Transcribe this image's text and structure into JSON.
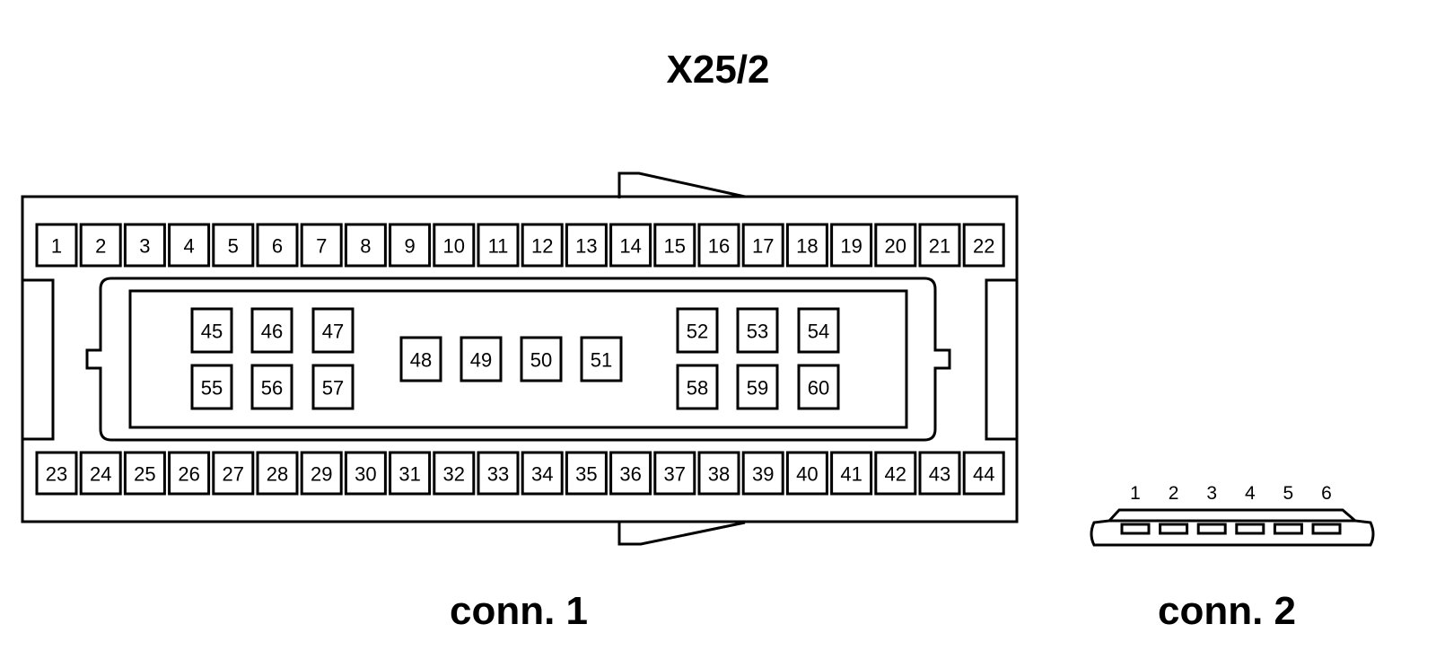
{
  "title": "X25/2",
  "connector1": {
    "caption": "conn. 1",
    "top_row_pins": [
      "1",
      "2",
      "3",
      "4",
      "5",
      "6",
      "7",
      "8",
      "9",
      "10",
      "11",
      "12",
      "13",
      "14",
      "15",
      "16",
      "17",
      "18",
      "19",
      "20",
      "21",
      "22"
    ],
    "bottom_row_pins": [
      "23",
      "24",
      "25",
      "26",
      "27",
      "28",
      "29",
      "30",
      "31",
      "32",
      "33",
      "34",
      "35",
      "36",
      "37",
      "38",
      "39",
      "40",
      "41",
      "42",
      "43",
      "44"
    ],
    "inner_pins": {
      "left_upper": [
        "45",
        "46",
        "47"
      ],
      "left_lower": [
        "55",
        "56",
        "57"
      ],
      "middle": [
        "48",
        "49",
        "50",
        "51"
      ],
      "right_upper": [
        "52",
        "53",
        "54"
      ],
      "right_lower": [
        "58",
        "59",
        "60"
      ]
    }
  },
  "connector2": {
    "caption": "conn. 2",
    "pins": [
      "1",
      "2",
      "3",
      "4",
      "5",
      "6"
    ]
  }
}
